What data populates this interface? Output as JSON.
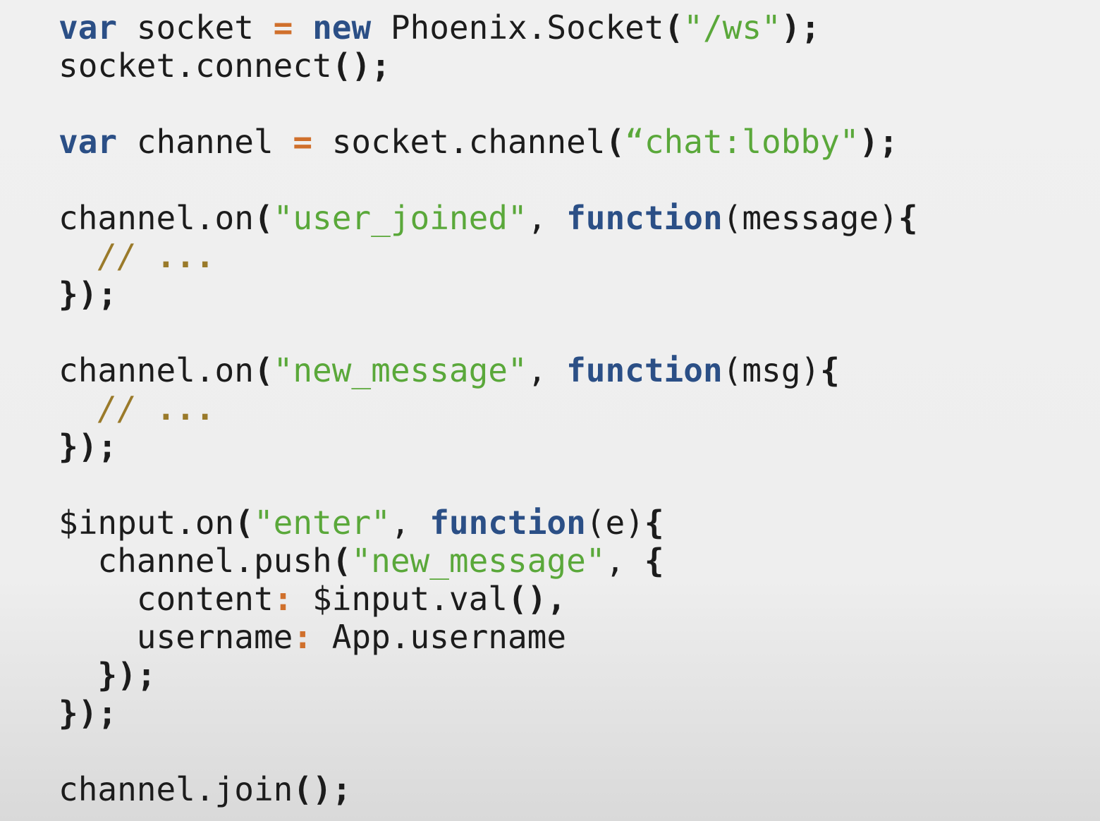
{
  "code": {
    "language": "JavaScript",
    "lines": [
      [
        {
          "t": "var",
          "c": "kw"
        },
        {
          "t": " socket ",
          "c": ""
        },
        {
          "t": "=",
          "c": "op"
        },
        {
          "t": " ",
          "c": ""
        },
        {
          "t": "new",
          "c": "kw"
        },
        {
          "t": " Phoenix.Socket",
          "c": ""
        },
        {
          "t": "(",
          "c": "bold"
        },
        {
          "t": "\"/ws\"",
          "c": "str"
        },
        {
          "t": ");",
          "c": "bold"
        }
      ],
      [
        {
          "t": "socket.connect",
          "c": ""
        },
        {
          "t": "();",
          "c": "bold"
        }
      ],
      [
        {
          "t": "var",
          "c": "kw"
        },
        {
          "t": " channel ",
          "c": ""
        },
        {
          "t": "=",
          "c": "op"
        },
        {
          "t": " socket.channel",
          "c": ""
        },
        {
          "t": "(",
          "c": "bold"
        },
        {
          "t": "“chat:lobby\"",
          "c": "str"
        },
        {
          "t": ");",
          "c": "bold"
        }
      ],
      [
        {
          "t": "channel.on",
          "c": ""
        },
        {
          "t": "(",
          "c": "bold"
        },
        {
          "t": "\"user_joined\"",
          "c": "str"
        },
        {
          "t": ", ",
          "c": ""
        },
        {
          "t": "function",
          "c": "kw"
        },
        {
          "t": "(message)",
          "c": ""
        },
        {
          "t": "{",
          "c": "bold"
        }
      ],
      [
        {
          "t": "  ",
          "c": ""
        },
        {
          "t": "// ",
          "c": "cm"
        },
        {
          "t": "...",
          "c": "cm-dots"
        }
      ],
      [
        {
          "t": "});",
          "c": "bold"
        }
      ],
      [
        {
          "t": "channel.on",
          "c": ""
        },
        {
          "t": "(",
          "c": "bold"
        },
        {
          "t": "\"new_message\"",
          "c": "str"
        },
        {
          "t": ", ",
          "c": ""
        },
        {
          "t": "function",
          "c": "kw"
        },
        {
          "t": "(msg)",
          "c": ""
        },
        {
          "t": "{",
          "c": "bold"
        }
      ],
      [
        {
          "t": "  ",
          "c": ""
        },
        {
          "t": "// ",
          "c": "cm"
        },
        {
          "t": "...",
          "c": "cm-dots"
        }
      ],
      [
        {
          "t": "});",
          "c": "bold"
        }
      ],
      [
        {
          "t": "$input.on",
          "c": ""
        },
        {
          "t": "(",
          "c": "bold"
        },
        {
          "t": "\"enter\"",
          "c": "str"
        },
        {
          "t": ", ",
          "c": ""
        },
        {
          "t": "function",
          "c": "kw"
        },
        {
          "t": "(e)",
          "c": ""
        },
        {
          "t": "{",
          "c": "bold"
        }
      ],
      [
        {
          "t": "  channel.push",
          "c": ""
        },
        {
          "t": "(",
          "c": "bold"
        },
        {
          "t": "\"new_message\"",
          "c": "str"
        },
        {
          "t": ", ",
          "c": ""
        },
        {
          "t": "{",
          "c": "bold"
        }
      ],
      [
        {
          "t": "    content",
          "c": ""
        },
        {
          "t": ":",
          "c": "op"
        },
        {
          "t": " $input.val",
          "c": ""
        },
        {
          "t": "(),",
          "c": "bold"
        }
      ],
      [
        {
          "t": "    username",
          "c": ""
        },
        {
          "t": ":",
          "c": "op"
        },
        {
          "t": " App.username",
          "c": ""
        }
      ],
      [
        {
          "t": "  });",
          "c": "bold"
        }
      ],
      [
        {
          "t": "});",
          "c": "bold"
        }
      ],
      [
        {
          "t": "channel.join",
          "c": ""
        },
        {
          "t": "();",
          "c": "bold"
        }
      ]
    ]
  }
}
